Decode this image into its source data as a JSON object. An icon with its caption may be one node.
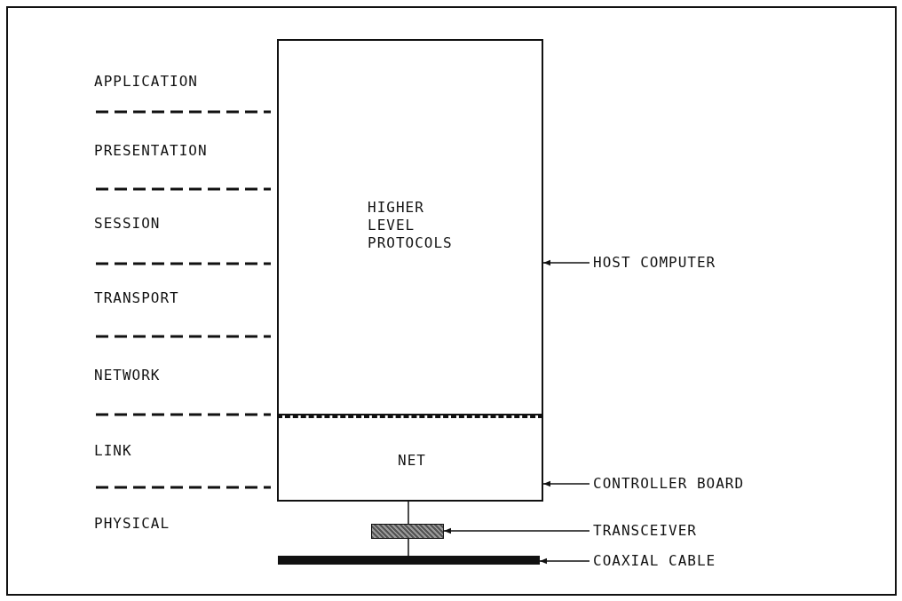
{
  "diagram": {
    "nodes": [
      {
        "text": [
          "HIGHER LEVEL PROTOCOLS"
        ]
      },
      {
        "text": [
          "NET"
        ]
      },
      {
        "text": [],
        "shape": "box"
      },
      {
        "text": [],
        "shape": "bar"
      },
      {
        "text": [
          "HOST COMPUTER"
        ]
      },
      {
        "text": [
          "CONTROLLER BOARD"
        ]
      },
      {
        "text": [
          "TRANSCEIVER"
        ]
      },
      {
        "text": [
          "COAXIAL CABLE"
        ]
      }
    ],
    "edges": [
      {
        "from": 1,
        "to": 2,
        "arrow": "none"
      },
      {
        "from": 2,
        "to": 3,
        "arrow": "none"
      },
      {
        "from": 4,
        "to": 0,
        "arrow": "to"
      },
      {
        "from": 5,
        "to": 1,
        "arrow": "to"
      },
      {
        "from": 6,
        "to": 2,
        "arrow": "to"
      },
      {
        "from": 7,
        "to": 3,
        "arrow": "to"
      }
    ],
    "labels": [
      "APPLICATION",
      "PRESENTATION",
      "SESSION",
      "TRANSPORT",
      "NETWORK",
      "LINK",
      "PHYSICAL"
    ]
  }
}
